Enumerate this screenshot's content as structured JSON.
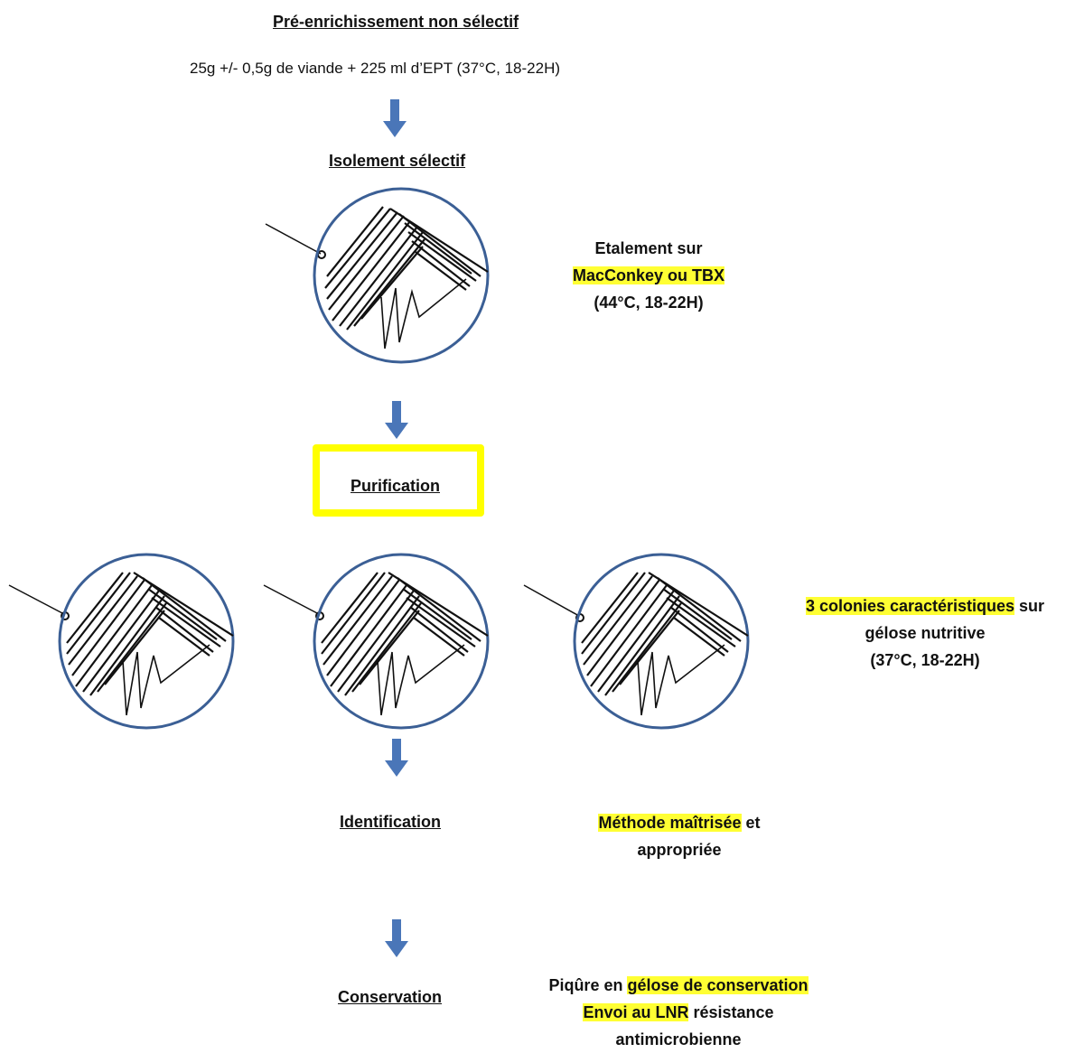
{
  "steps": {
    "pre_enrichment": {
      "title": "Pré-enrichissement non sélectif",
      "detail": "25g +/- 0,5g de viande + 225 ml d’EPT (37°C, 18-22H)"
    },
    "isolation": {
      "title": "Isolement sélectif",
      "note_line1": "Etalement sur",
      "note_line2": "MacConkey ou TBX",
      "note_line3": "(44°C, 18-22H)"
    },
    "purification": {
      "title": "Purification",
      "note_highlight": "3 colonies caractéristiques",
      "note_rest": " sur",
      "note_line2": "gélose nutritive",
      "note_line3": "(37°C, 18-22H)"
    },
    "identification": {
      "title": "Identification",
      "note_highlight": "Méthode maîtrisée",
      "note_rest": " et",
      "note_line2": "appropriée"
    },
    "conservation": {
      "title": "Conservation",
      "note_line1_plain": "Piqûre en ",
      "note_line1_highlight": "gélose de conservation",
      "note_line2_highlight": "Envoi au LNR",
      "note_line2_rest": " résistance",
      "note_line3": "antimicrobienne"
    }
  },
  "colors": {
    "arrow": "#4a76b8",
    "dish_border": "#3b5f95",
    "highlight": "#ffff33",
    "purification_box": "#ffff00"
  },
  "icons": [
    "down-arrow-icon",
    "petri-dish-streak-icon",
    "inoculation-loop-icon"
  ]
}
